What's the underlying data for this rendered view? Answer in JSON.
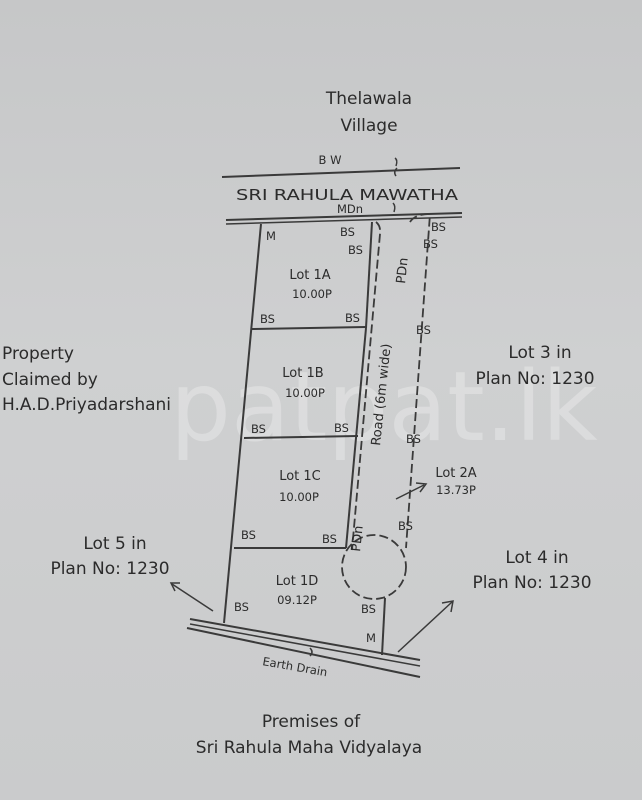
{
  "diagram": {
    "type": "survey plan",
    "top_label": {
      "line1": "Thelawala",
      "line2": "Village"
    },
    "road": {
      "name": "SRI RAHULA MAWATHA",
      "upper_note": "B W",
      "lower_note": "MDn"
    },
    "access_road": {
      "label": "Road (6m wide)",
      "top_note": "PDn",
      "bottom_note": "PDn"
    },
    "lots": [
      {
        "id": "1A",
        "label": "Lot 1A",
        "area": "10.00P"
      },
      {
        "id": "1B",
        "label": "Lot 1B",
        "area": "10.00P"
      },
      {
        "id": "1C",
        "label": "Lot 1C",
        "area": "10.00P"
      },
      {
        "id": "1D",
        "label": "Lot 1D",
        "area": "09.12P"
      }
    ],
    "lot_2a": {
      "label": "Lot 2A",
      "area": "13.73P"
    },
    "markers": {
      "bs": "BS",
      "m": "M"
    },
    "left_neighbour": {
      "line1": "Property",
      "line2": "Claimed by",
      "line3": "H.A.D.Priyadarshani"
    },
    "right_neighbour": {
      "line1": "Lot 3 in",
      "line2": "Plan No: 1230"
    },
    "lot5": {
      "line1": "Lot 5 in",
      "line2": "Plan No: 1230"
    },
    "lot4": {
      "line1": "Lot 4 in",
      "line2": "Plan No: 1230"
    },
    "drain": "Earth Drain",
    "bottom_label": {
      "line1": "Premises of",
      "line2": "Sri Rahula Maha Vidyalaya"
    },
    "watermark": "patpat.lk"
  }
}
